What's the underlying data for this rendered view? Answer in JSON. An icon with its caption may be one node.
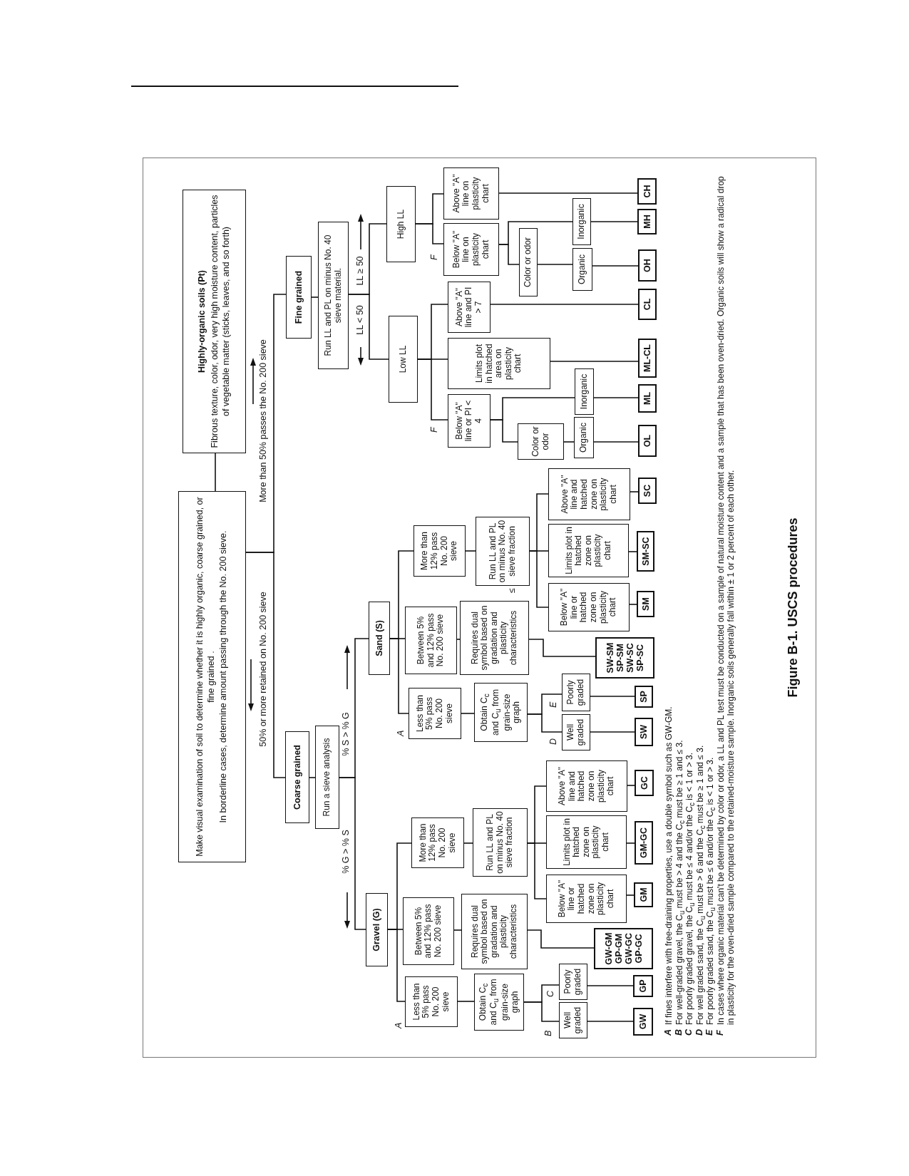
{
  "diagram": {
    "caption": "Figure B-1.  USCS procedures",
    "nodes": [
      {
        "text": [
          "Make visual examination of soil to determine whether it is highly organic, coarse grained, or fine grained .",
          "In borderline cases, determine amount passing through the No. 200 sieve."
        ]
      },
      {
        "text": [
          "Highly-organic soils  (Pt)",
          "Fibrous texture, color, odor, very high moisture content,  particles of vegetable matter (sticks, leaves, and so forth)"
        ]
      },
      {
        "text": [
          "Coarse grained"
        ]
      },
      {
        "text": [
          "Run a sieve analysis"
        ]
      },
      {
        "text": [
          "Fine grained"
        ]
      },
      {
        "text": [
          "Run LL and PL on minus No. 40 sieve material."
        ]
      },
      {
        "text": [
          "Gravel  (G)"
        ]
      },
      {
        "text": [
          "Sand  (S)"
        ]
      },
      {
        "text": [
          "High LL"
        ]
      },
      {
        "text": [
          "Low LL"
        ]
      },
      {
        "text": [
          "Less than 5% pass No. 200 sieve"
        ]
      },
      {
        "text": [
          "Between 5% and 12% pass No. 200 sieve"
        ]
      },
      {
        "text": [
          "More than 12% pass No. 200 sieve"
        ]
      },
      {
        "text": [
          "Less than 5% pass No. 200 sieve"
        ]
      },
      {
        "text": [
          "Between 5% and 12% pass No. 200 sieve"
        ]
      },
      {
        "text": [
          "More than 12% pass No. 200 sieve"
        ]
      },
      {
        "text": [
          "Below \"A\" line or PI < 4"
        ]
      },
      {
        "text": [
          "Limits plot in hatched area on plasticity chart"
        ]
      },
      {
        "text": [
          "Above \"A\" line and PI > 7"
        ]
      },
      {
        "text": [
          "Below \"A\" line on plasticity chart"
        ]
      },
      {
        "text": [
          "Above \"A\" line on plasticity chart"
        ]
      },
      {
        "text": [
          "Obtain C$_{c}$ and C$_{u}$ from grain-size graph"
        ]
      },
      {
        "text": [
          "Requires dual symbol based on gradation and plasticity characteristics"
        ]
      },
      {
        "text": [
          "Run LL and PL on minus No. 40 sieve fraction"
        ]
      },
      {
        "text": [
          "Obtain C$_{c}$ and C$_{u}$ from grain-size graph"
        ]
      },
      {
        "text": [
          "Requires dual symbol based on gradation and plasticity characteristics"
        ]
      },
      {
        "text": [
          "Run LL and PL on minus No. 40 sieve fraction"
        ]
      },
      {
        "text": [
          "Color or odor"
        ]
      },
      {
        "text": [
          "Color or odor"
        ]
      },
      {
        "text": [
          "Well graded"
        ]
      },
      {
        "text": [
          "Poorly graded"
        ]
      },
      {
        "text": [
          "Below \"A\" line or hatched zone on plasticity chart"
        ]
      },
      {
        "text": [
          "Limits plot in hatched zone on plasticity chart"
        ]
      },
      {
        "text": [
          "Above \"A\" line and hatched zone on plasticity chart"
        ]
      },
      {
        "text": [
          "Well graded"
        ]
      },
      {
        "text": [
          "Poorly graded"
        ]
      },
      {
        "text": [
          "Below \"A\" line or hatched zone on plasticity chart"
        ]
      },
      {
        "text": [
          "Limits plot in hatched zone on plasticity chart"
        ]
      },
      {
        "text": [
          "Above \"A\" line and hatched zone on plasticity chart"
        ]
      },
      {
        "text": [
          "Organic"
        ]
      },
      {
        "text": [
          "Inorganic"
        ]
      },
      {
        "text": [
          "Organic"
        ]
      },
      {
        "text": [
          "Inorganic"
        ]
      },
      {
        "text": [
          "GW-GM GP-GM GW-GC GP-GC"
        ]
      },
      {
        "text": [
          "SW-SM SP-SM SW-SC SP-SC"
        ]
      },
      {
        "text": [
          "GW"
        ]
      },
      {
        "text": [
          "GP"
        ]
      },
      {
        "text": [
          "GM"
        ]
      },
      {
        "text": [
          "GM-GC"
        ]
      },
      {
        "text": [
          "GC"
        ]
      },
      {
        "text": [
          "SW"
        ]
      },
      {
        "text": [
          "SP"
        ]
      },
      {
        "text": [
          "SM"
        ]
      },
      {
        "text": [
          "SM-SC"
        ]
      },
      {
        "text": [
          "SC"
        ]
      },
      {
        "text": [
          "OL"
        ]
      },
      {
        "text": [
          "ML"
        ]
      },
      {
        "text": [
          "ML-CL"
        ]
      },
      {
        "text": [
          "CL"
        ]
      },
      {
        "text": [
          "OH"
        ]
      },
      {
        "text": [
          "MH"
        ]
      },
      {
        "text": [
          "CH"
        ]
      }
    ],
    "edges": [
      {
        "from": 0,
        "to": 1,
        "arrow": "none"
      },
      {
        "from": 0,
        "to": 2,
        "arrow": "none",
        "label": "50% or more retained on No. 200 sieve"
      },
      {
        "from": 0,
        "to": 4,
        "arrow": "none",
        "label": "More than 50% passes the No. 200 sieve"
      },
      {
        "from": 2,
        "to": 3,
        "arrow": "none"
      },
      {
        "from": 3,
        "to": 6,
        "arrow": "none",
        "label": "% G > % S"
      },
      {
        "from": 3,
        "to": 7,
        "arrow": "none",
        "label": "% S > % G"
      },
      {
        "from": 4,
        "to": 5,
        "arrow": "none"
      },
      {
        "from": 5,
        "to": 9,
        "arrow": "none",
        "label": "LL < 50"
      },
      {
        "from": 5,
        "to": 8,
        "arrow": "none",
        "label": "LL ≥ 50"
      },
      {
        "from": 6,
        "to": 10,
        "arrow": "none"
      },
      {
        "from": 6,
        "to": 11,
        "arrow": "none"
      },
      {
        "from": 6,
        "to": 12,
        "arrow": "none"
      },
      {
        "from": 7,
        "to": 13,
        "arrow": "none"
      },
      {
        "from": 7,
        "to": 14,
        "arrow": "none"
      },
      {
        "from": 7,
        "to": 15,
        "arrow": "none"
      },
      {
        "from": 9,
        "to": 16,
        "arrow": "none"
      },
      {
        "from": 9,
        "to": 17,
        "arrow": "none"
      },
      {
        "from": 9,
        "to": 18,
        "arrow": "none"
      },
      {
        "from": 8,
        "to": 19,
        "arrow": "none"
      },
      {
        "from": 8,
        "to": 20,
        "arrow": "none"
      },
      {
        "from": 10,
        "to": 21,
        "arrow": "none"
      },
      {
        "from": 11,
        "to": 22,
        "arrow": "none"
      },
      {
        "from": 12,
        "to": 23,
        "arrow": "none"
      },
      {
        "from": 13,
        "to": 24,
        "arrow": "none"
      },
      {
        "from": 14,
        "to": 25,
        "arrow": "none"
      },
      {
        "from": 15,
        "to": 26,
        "arrow": "none"
      },
      {
        "from": 16,
        "to": 27,
        "arrow": "none"
      },
      {
        "from": 16,
        "to": 40,
        "arrow": "none"
      },
      {
        "from": 19,
        "to": 28,
        "arrow": "none"
      },
      {
        "from": 19,
        "to": 42,
        "arrow": "none"
      },
      {
        "from": 21,
        "to": 29,
        "arrow": "none"
      },
      {
        "from": 21,
        "to": 30,
        "arrow": "none"
      },
      {
        "from": 22,
        "to": 43,
        "arrow": "none"
      },
      {
        "from": 23,
        "to": 31,
        "arrow": "none"
      },
      {
        "from": 23,
        "to": 32,
        "arrow": "none"
      },
      {
        "from": 23,
        "to": 33,
        "arrow": "none"
      },
      {
        "from": 24,
        "to": 34,
        "arrow": "none"
      },
      {
        "from": 24,
        "to": 35,
        "arrow": "none"
      },
      {
        "from": 25,
        "to": 44,
        "arrow": "none"
      },
      {
        "from": 26,
        "to": 36,
        "arrow": "none"
      },
      {
        "from": 26,
        "to": 37,
        "arrow": "none"
      },
      {
        "from": 26,
        "to": 38,
        "arrow": "none"
      },
      {
        "from": 27,
        "to": 39,
        "arrow": "none"
      },
      {
        "from": 28,
        "to": 41,
        "arrow": "none"
      },
      {
        "from": 29,
        "to": 45,
        "arrow": "none"
      },
      {
        "from": 30,
        "to": 46,
        "arrow": "none"
      },
      {
        "from": 31,
        "to": 47,
        "arrow": "none"
      },
      {
        "from": 32,
        "to": 48,
        "arrow": "none"
      },
      {
        "from": 33,
        "to": 49,
        "arrow": "none"
      },
      {
        "from": 34,
        "to": 50,
        "arrow": "none"
      },
      {
        "from": 35,
        "to": 51,
        "arrow": "none"
      },
      {
        "from": 36,
        "to": 52,
        "arrow": "none"
      },
      {
        "from": 37,
        "to": 53,
        "arrow": "none"
      },
      {
        "from": 38,
        "to": 54,
        "arrow": "none"
      },
      {
        "from": 39,
        "to": 55,
        "arrow": "none"
      },
      {
        "from": 40,
        "to": 56,
        "arrow": "none"
      },
      {
        "from": 17,
        "to": 57,
        "arrow": "none"
      },
      {
        "from": 18,
        "to": 58,
        "arrow": "none"
      },
      {
        "from": 41,
        "to": 59,
        "arrow": "none"
      },
      {
        "from": 42,
        "to": 60,
        "arrow": "none"
      },
      {
        "from": 20,
        "to": 61,
        "arrow": "none"
      }
    ],
    "labels": [
      "A",
      "A",
      "F",
      "F",
      "≤",
      "B",
      "C",
      "D",
      "E",
      "A",
      "If fines interfere with free-draining properties, use a  double symbol such as GW-GM.",
      "B",
      "For well-graded gravel, the C$_{u}$ must be > 4 and the C$_{c}$ must be ≥ 1 and ≤ 3.",
      "C",
      "For poorly graded gravel, the C$_{u}$ must be  ≤ 4 and/or the C$_{c}$ is  < 1 or  > 3.",
      "D",
      "For well graded sand,  the C$_{u}$ must be > 6 and the C$_{c}$ must be ≥ 1 and ≤ 3.",
      "E",
      "For poorly graded sand,  the C$_{u}$ must be  ≤ 6 and/or the C$_{c}$ is  < 1 or > 3.",
      "F",
      "In cases where organic material can't be determined by color or odor, a LL and  PL  test must be conducted on a sample of natural moisture content and a sample that has been oven-dried. Organic soils will show a radical drop in plasticity for the oven-dried sample compared to the retained-moisture sample. Inorganic soils generally fall within ± 1 or 2 percent of each other."
    ]
  }
}
